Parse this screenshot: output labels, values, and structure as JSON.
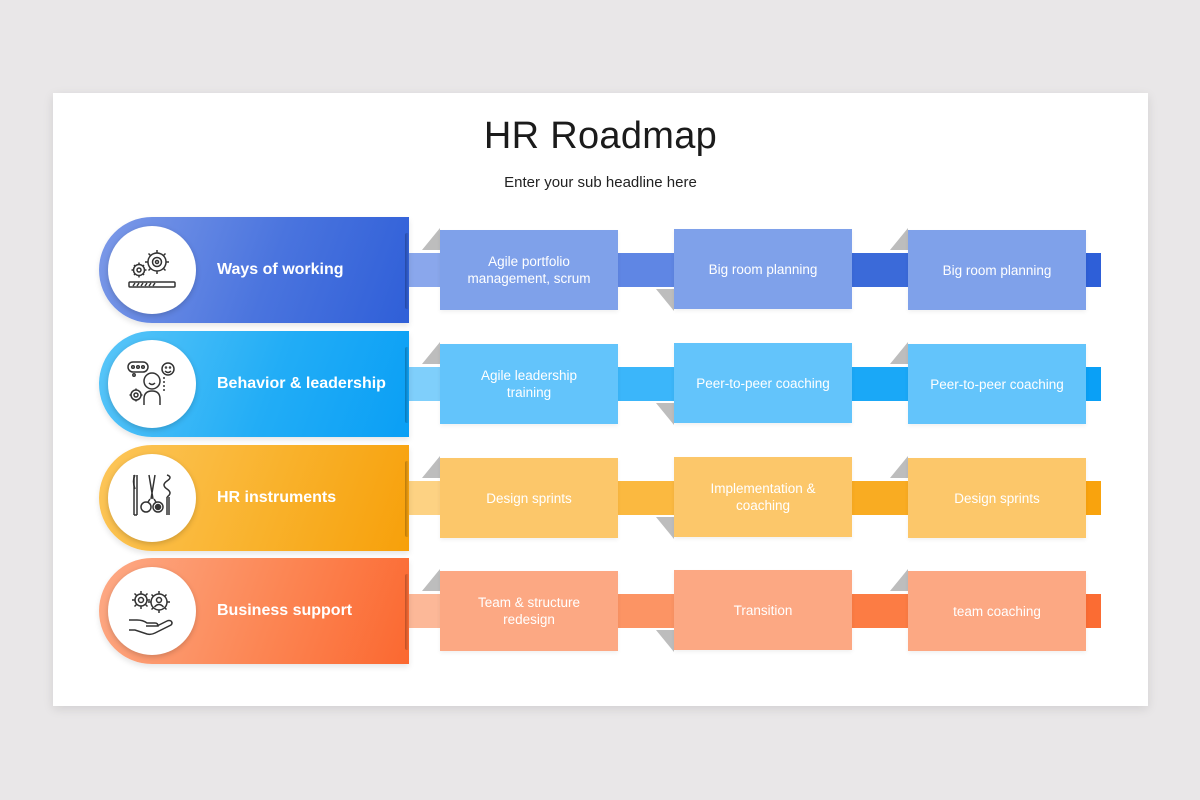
{
  "slide": {
    "title": "HR Roadmap",
    "subtitle": "Enter your sub headline here"
  },
  "rows": [
    {
      "label": "Ways of working",
      "icon": "gears-progress-icon",
      "colors": {
        "header_from": "#6e8ee6",
        "header_to": "#2f5fd8",
        "box": "#7fa1ea",
        "bar_light": "#8aa7ec",
        "bar_mid": "#5f86e4",
        "bar_dark": "#3b6ad9",
        "bar_end": "#2e5fd8"
      },
      "steps": [
        "Agile portfolio management, scrum",
        "Big room planning",
        "Big room planning"
      ]
    },
    {
      "label": "Behavior & leadership",
      "icon": "person-feedback-icon",
      "colors": {
        "header_from": "#4bbff8",
        "header_to": "#0aa0f5",
        "box": "#63c4fb",
        "bar_light": "#7fcffb",
        "bar_mid": "#3bb6fa",
        "bar_dark": "#1aa8f7",
        "bar_end": "#0aa0f6"
      },
      "steps": [
        "Agile leadership training",
        "Peer-to-peer  coaching",
        "Peer-to-peer  coaching"
      ]
    },
    {
      "label": "HR instruments",
      "icon": "instruments-icon",
      "colors": {
        "header_from": "#fcc34a",
        "header_to": "#f7a10a",
        "box": "#fcc76a",
        "bar_light": "#fdd283",
        "bar_mid": "#fbb940",
        "bar_dark": "#f9ac22",
        "bar_end": "#f9a30d"
      },
      "steps": [
        "Design sprints",
        "Implementation & coaching",
        "Design sprints"
      ]
    },
    {
      "label": "Business support",
      "icon": "hand-gears-icon",
      "colors": {
        "header_from": "#fca07a",
        "header_to": "#fb6a31",
        "box": "#fca883",
        "bar_light": "#fcb898",
        "bar_mid": "#fc9464",
        "bar_dark": "#fc7c44",
        "bar_end": "#fb6c33"
      },
      "steps": [
        "Team & structure redesign",
        "Transition",
        "team coaching"
      ]
    }
  ]
}
